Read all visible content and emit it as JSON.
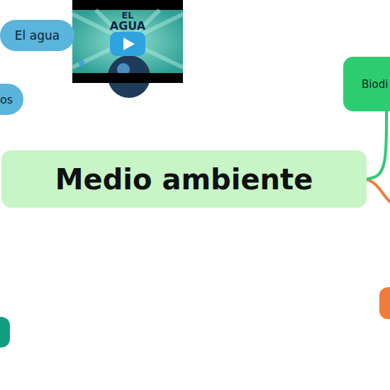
{
  "diagram": {
    "nodes": [
      {
        "text": [
          "El agua"
        ]
      },
      {
        "text": [
          "Biodi"
        ]
      },
      {
        "text": [
          "os"
        ]
      },
      {
        "text": [
          "Medio ambiente"
        ]
      }
    ],
    "edges": [
      {
        "from": 3,
        "to": 1,
        "arrow": "none"
      }
    ],
    "labels": [
      "EL",
      "AGUA"
    ]
  }
}
